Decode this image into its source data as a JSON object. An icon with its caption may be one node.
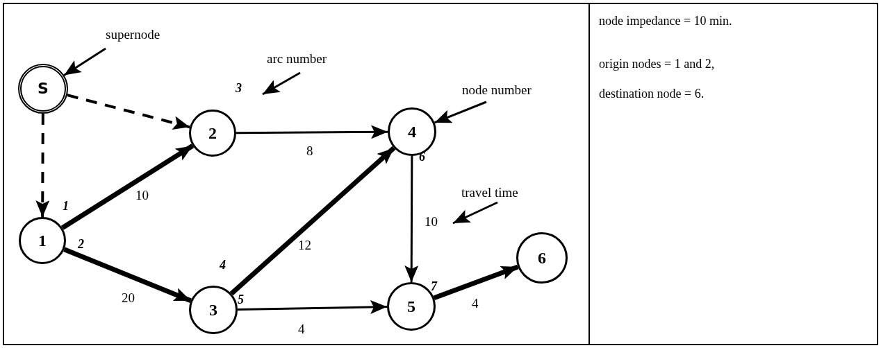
{
  "diagram": {
    "nodes": [
      {
        "text": [
          "S"
        ]
      },
      {
        "text": [
          "2"
        ]
      },
      {
        "text": [
          "4"
        ]
      },
      {
        "text": [
          "1"
        ]
      },
      {
        "text": [
          "3"
        ]
      },
      {
        "text": [
          "5"
        ]
      },
      {
        "text": [
          "6"
        ]
      },
      {
        "text": [
          "supernode"
        ]
      },
      {
        "text": [
          "arc number"
        ]
      },
      {
        "text": [
          "node number"
        ]
      },
      {
        "text": [
          "travel time"
        ]
      }
    ],
    "edges": [
      {
        "from": 0,
        "to": 1,
        "arrow": "to",
        "style": "dashed"
      },
      {
        "from": 0,
        "to": 3,
        "arrow": "to",
        "style": "dashed"
      },
      {
        "from": 3,
        "to": 1,
        "arrow": "to",
        "style": "thick",
        "label": "10"
      },
      {
        "from": 3,
        "to": 4,
        "arrow": "to",
        "style": "thick",
        "label": "20"
      },
      {
        "from": 1,
        "to": 2,
        "arrow": "to",
        "label": "8"
      },
      {
        "from": 4,
        "to": 2,
        "arrow": "to",
        "style": "thick",
        "label": "12"
      },
      {
        "from": 4,
        "to": 5,
        "arrow": "to",
        "label": "4"
      },
      {
        "from": 2,
        "to": 5,
        "arrow": "to",
        "label": "10"
      },
      {
        "from": 5,
        "to": 6,
        "arrow": "to",
        "style": "thick",
        "label": "4"
      },
      {
        "from": 7,
        "to": 0,
        "arrow": "to"
      },
      {
        "from": 8,
        "to": null,
        "arrow": "to"
      },
      {
        "from": 9,
        "to": 2,
        "arrow": "to"
      },
      {
        "from": 10,
        "to": null,
        "arrow": "to"
      }
    ],
    "labels": [
      "3",
      "6",
      "1",
      "2",
      "4",
      "5",
      "7",
      "node impedance = 10 min.",
      "origin nodes = 1 and 2,",
      "destination node = 6."
    ]
  }
}
